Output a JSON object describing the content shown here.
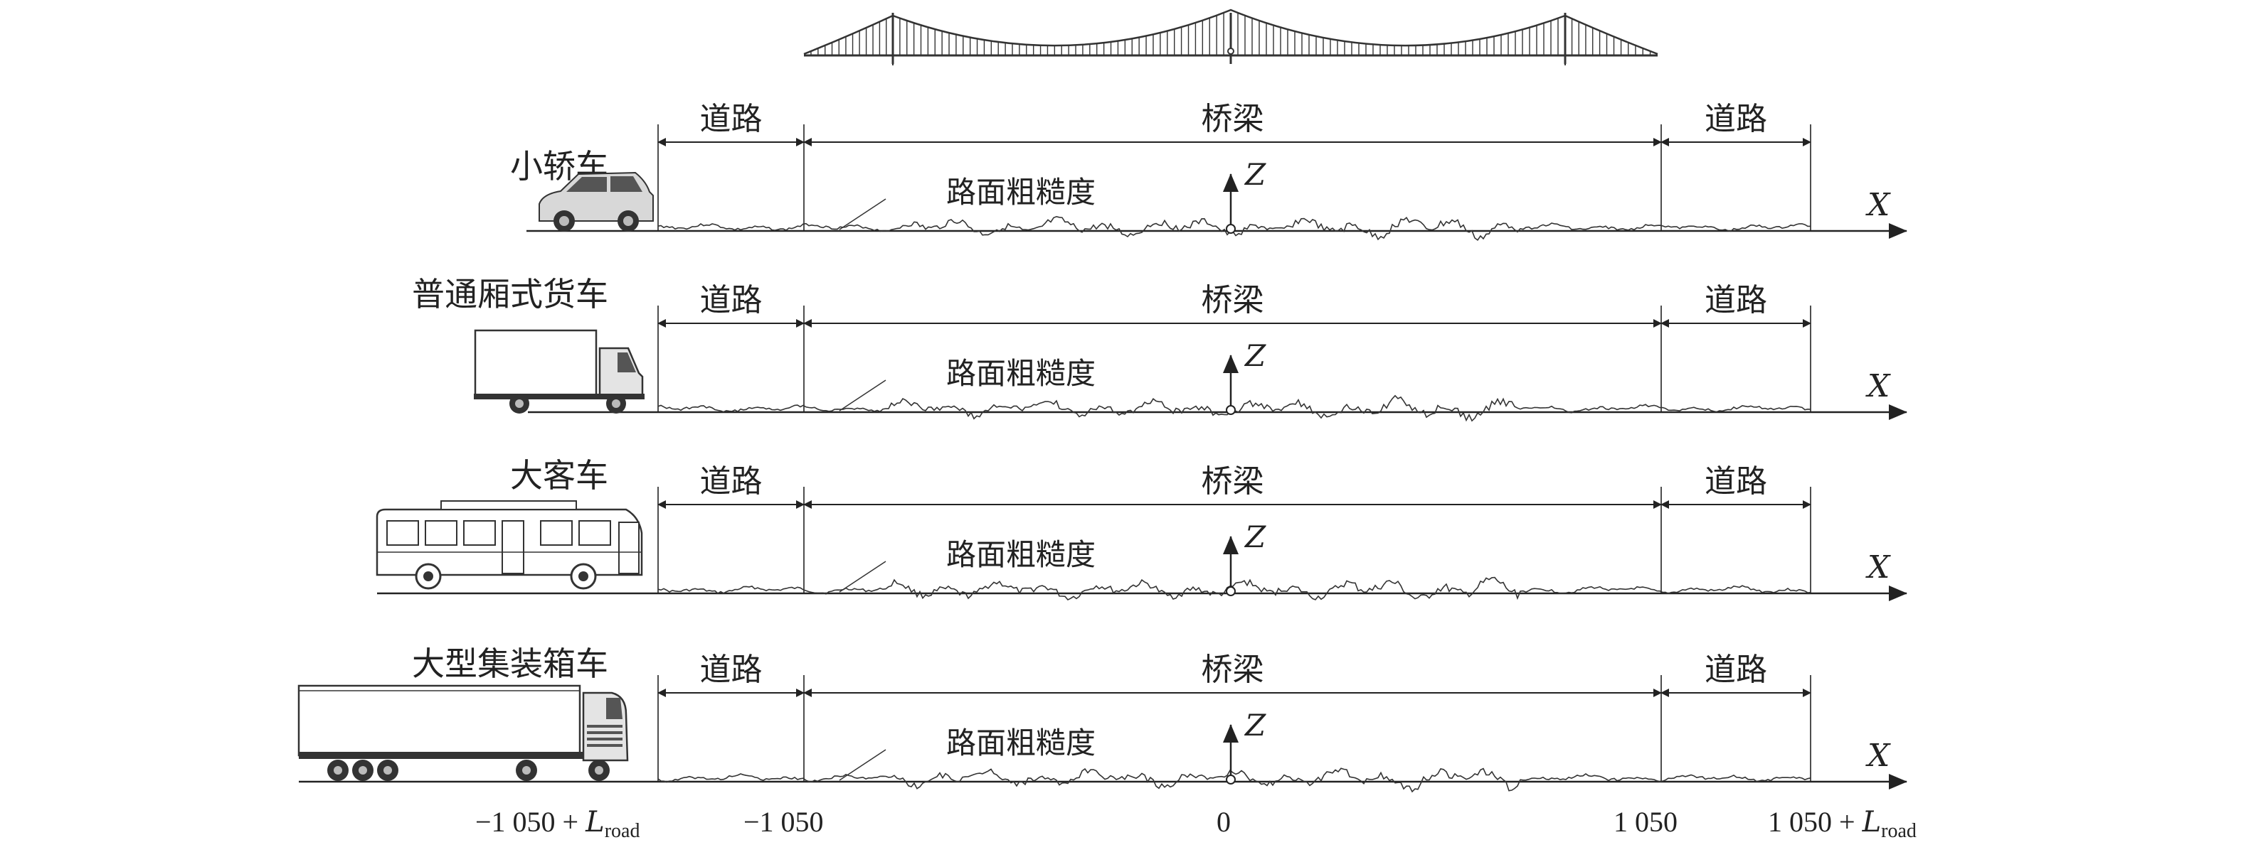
{
  "vehicles": [
    {
      "label": "小轿车",
      "icon": "car-icon"
    },
    {
      "label": "普通厢式货车",
      "icon": "box-truck-icon"
    },
    {
      "label": "大客车",
      "icon": "bus-icon"
    },
    {
      "label": "大型集装箱车",
      "icon": "container-truck-icon"
    }
  ],
  "segments": {
    "road_left": "道路",
    "bridge": "桥梁",
    "road_right": "道路"
  },
  "roughness_label": "路面粗糙度",
  "axes": {
    "z": "Z",
    "x": "X"
  },
  "ticks": {
    "left_outer_num": "−1 050 + ",
    "left_outer_var": "L",
    "left_outer_sub": "road",
    "left_inner": "−1 050",
    "center": "0",
    "right_inner": "1 050",
    "right_outer_num": "1 050 + ",
    "right_outer_var": "L",
    "right_outer_sub": "road"
  },
  "colors": {
    "line": "#222222",
    "profile": "#333333"
  }
}
